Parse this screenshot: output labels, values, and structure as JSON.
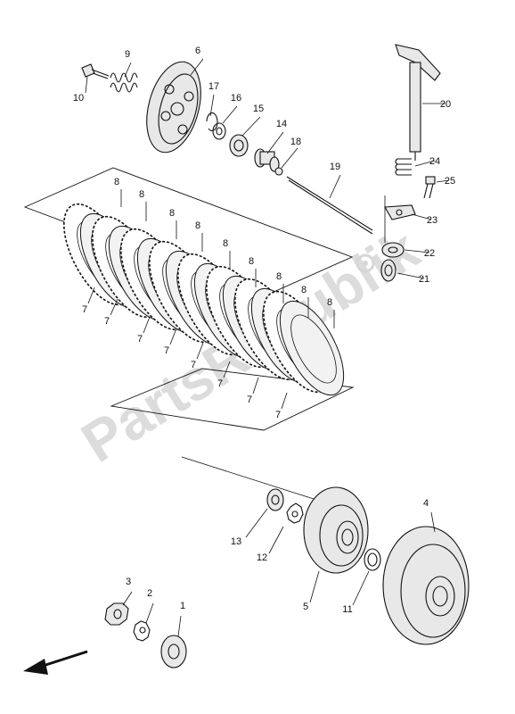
{
  "watermark": "PartsRepublik",
  "labels": {
    "p1": "1",
    "p2": "2",
    "p3": "3",
    "p4": "4",
    "p5": "5",
    "p6": "6",
    "p7a": "7",
    "p7b": "7",
    "p7c": "7",
    "p7d": "7",
    "p7e": "7",
    "p7f": "7",
    "p7g": "7",
    "p7h": "7",
    "p8a": "8",
    "p8b": "8",
    "p8c": "8",
    "p8d": "8",
    "p8e": "8",
    "p8f": "8",
    "p8g": "8",
    "p8h": "8",
    "p8i": "8",
    "p9": "9",
    "p10": "10",
    "p11": "11",
    "p12": "12",
    "p13": "13",
    "p14": "14",
    "p15": "15",
    "p16": "16",
    "p17": "17",
    "p18": "18",
    "p19": "19",
    "p20": "20",
    "p21": "21",
    "p22": "22",
    "p23": "23",
    "p24": "24",
    "p25": "25"
  },
  "front_arrow_icon": "arrow-left-down-icon"
}
